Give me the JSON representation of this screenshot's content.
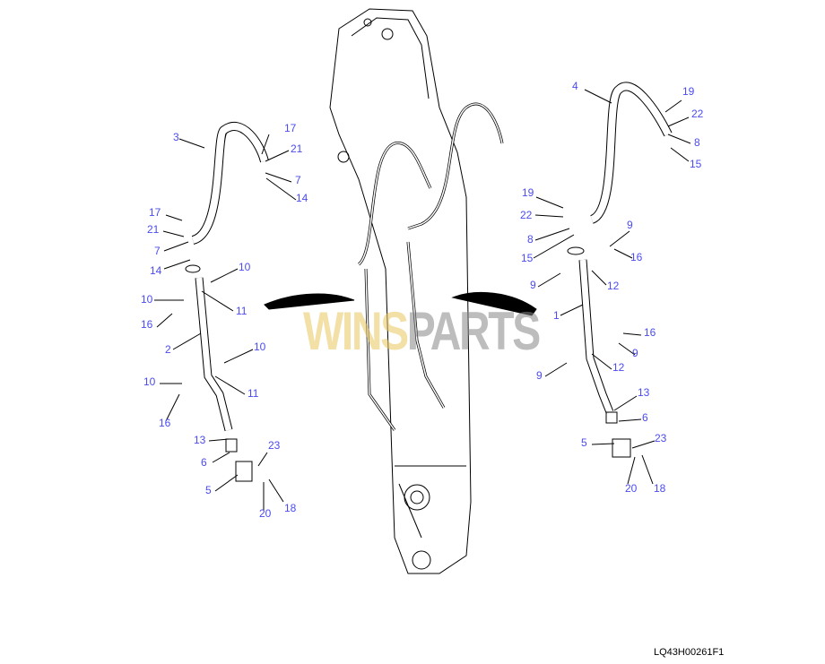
{
  "labels": {
    "left": [
      "3",
      "17",
      "21",
      "7",
      "14",
      "17",
      "21",
      "7",
      "14",
      "10",
      "10",
      "16",
      "11",
      "2",
      "10",
      "10",
      "11",
      "16",
      "13",
      "6",
      "23",
      "5",
      "20",
      "18"
    ],
    "right": [
      "4",
      "19",
      "22",
      "8",
      "15",
      "19",
      "22",
      "8",
      "15",
      "9",
      "16",
      "9",
      "12",
      "1",
      "16",
      "9",
      "9",
      "12",
      "13",
      "6",
      "5",
      "23",
      "20",
      "18"
    ]
  },
  "drawing_code": "LQ43H00261F1",
  "watermark": {
    "part1": "WINS",
    "part2": "PARTS"
  },
  "colors": {
    "label": "#4b4bf0",
    "line": "#000000"
  }
}
